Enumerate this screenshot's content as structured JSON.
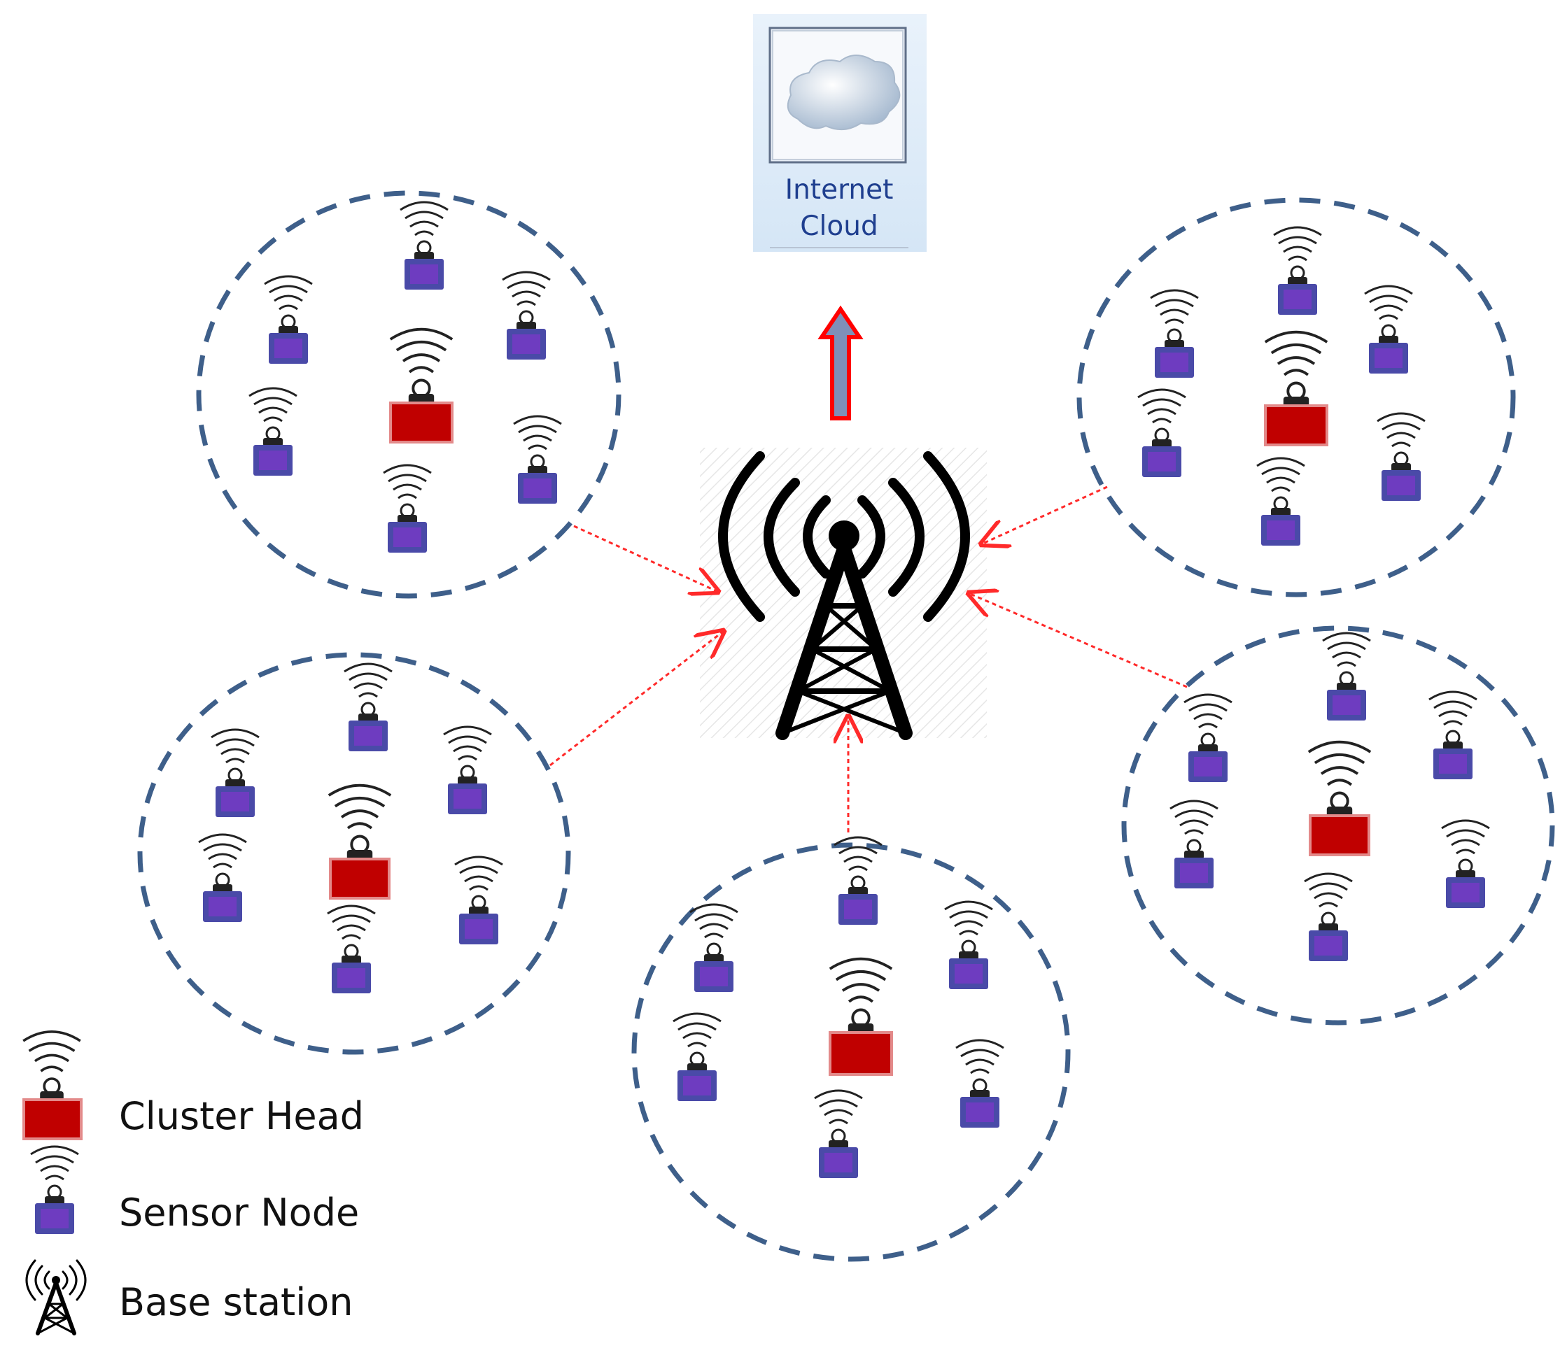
{
  "cloud": {
    "label_line1": "Internet",
    "label_line2": "Cloud"
  },
  "legend": {
    "cluster_head": "Cluster Head",
    "sensor_node": "Sensor Node",
    "base_station": "Base station"
  },
  "colors": {
    "cluster_boundary": "#3e5f8a",
    "cluster_head": "#c00000",
    "sensor_node": "#4a4aa8",
    "link_arrow": "#ff2a2a",
    "uplink_arrow_fill": "#7f8fb8",
    "uplink_arrow_outline": "#ff0000"
  },
  "clusters": [
    {
      "name": "cluster-top-left",
      "sensor_count": 6,
      "cluster_head_count": 1
    },
    {
      "name": "cluster-top-right",
      "sensor_count": 6,
      "cluster_head_count": 1
    },
    {
      "name": "cluster-middle-left",
      "sensor_count": 6,
      "cluster_head_count": 1
    },
    {
      "name": "cluster-bottom-center",
      "sensor_count": 6,
      "cluster_head_count": 1
    },
    {
      "name": "cluster-middle-right",
      "sensor_count": 6,
      "cluster_head_count": 1
    }
  ]
}
